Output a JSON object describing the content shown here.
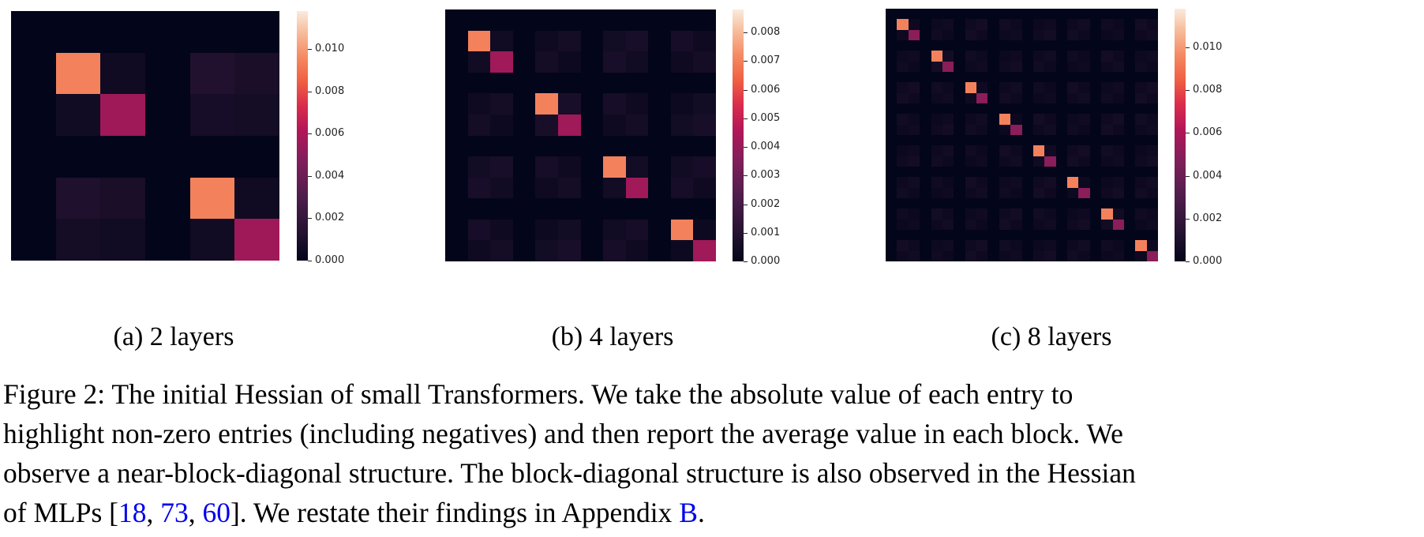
{
  "colormap": "rocket",
  "colors": {
    "background": "#03051a",
    "low": "#160e27",
    "mid": "#a11a5b",
    "high": "#ee6a4a",
    "top": "#faebdd",
    "link": "#0000ee"
  },
  "panels": [
    {
      "id": "a",
      "caption": "(a) 2 layers",
      "blocks": 4,
      "colorbar": {
        "min": 0.0,
        "max": 0.0118,
        "ticks": [
          "0.000",
          "0.002",
          "0.004",
          "0.006",
          "0.008",
          "0.010"
        ],
        "tick_values": [
          0,
          0.002,
          0.004,
          0.006,
          0.008,
          0.01
        ]
      }
    },
    {
      "id": "b",
      "caption": "(b) 4 layers",
      "blocks": 8,
      "colorbar": {
        "min": 0.0,
        "max": 0.0088,
        "ticks": [
          "0.000",
          "0.001",
          "0.002",
          "0.003",
          "0.004",
          "0.005",
          "0.006",
          "0.007",
          "0.008"
        ],
        "tick_values": [
          0,
          0.001,
          0.002,
          0.003,
          0.004,
          0.005,
          0.006,
          0.007,
          0.008
        ]
      }
    },
    {
      "id": "c",
      "caption": "(c) 8 layers",
      "blocks": 16,
      "colorbar": {
        "min": 0.0,
        "max": 0.0118,
        "ticks": [
          "0.000",
          "0.002",
          "0.004",
          "0.006",
          "0.008",
          "0.010"
        ],
        "tick_values": [
          0,
          0.002,
          0.004,
          0.006,
          0.008,
          0.01
        ]
      }
    }
  ],
  "chart_data": [
    {
      "type": "heatmap",
      "title": "(a) 2 layers",
      "rows": 6,
      "cols": 6,
      "values": [
        [
          0,
          0,
          0,
          0,
          0,
          0
        ],
        [
          0,
          0.0094,
          0.0005,
          0,
          0.0012,
          0.0009
        ],
        [
          0,
          0.0006,
          0.0056,
          0,
          0.0008,
          0.0007
        ],
        [
          0,
          0,
          0,
          0,
          0,
          0
        ],
        [
          0,
          0.0011,
          0.0009,
          0,
          0.0094,
          0.0005
        ],
        [
          0,
          0.0007,
          0.0006,
          0,
          0.0006,
          0.0056
        ]
      ],
      "colorbar_range": [
        0,
        0.0118
      ]
    },
    {
      "type": "heatmap",
      "title": "(b) 4 layers",
      "rows": 12,
      "cols": 12,
      "pattern": "3-block groups per layer, first block empty; diagonal blocks bright",
      "diag_high": 0.007,
      "diag_mid": 0.0042,
      "offdiag_low": 0.0006,
      "colorbar_range": [
        0,
        0.0088
      ]
    },
    {
      "type": "heatmap",
      "title": "(c) 8 layers",
      "rows": 24,
      "cols": 24,
      "pattern": "3-block groups per layer, first block empty; diagonal blocks bright",
      "diag_high": 0.0094,
      "diag_mid": 0.005,
      "offdiag_low": 0.0006,
      "colorbar_range": [
        0,
        0.0118
      ]
    }
  ],
  "caption": {
    "lines": [
      "Figure 2: The initial Hessian of small Transformers. We take the absolute value of each entry to",
      "highlight non-zero entries (including negatives) and then report the average value in each block. We",
      "observe a near-block-diagonal structure. The block-diagonal structure is also observed in the Hessian"
    ],
    "last_line_prefix": "of MLPs [",
    "refs": [
      "18",
      "73",
      "60"
    ],
    "sep": ", ",
    "last_line_mid": "]. We restate their findings in Appendix ",
    "appendix": "B",
    "last_line_end": "."
  }
}
